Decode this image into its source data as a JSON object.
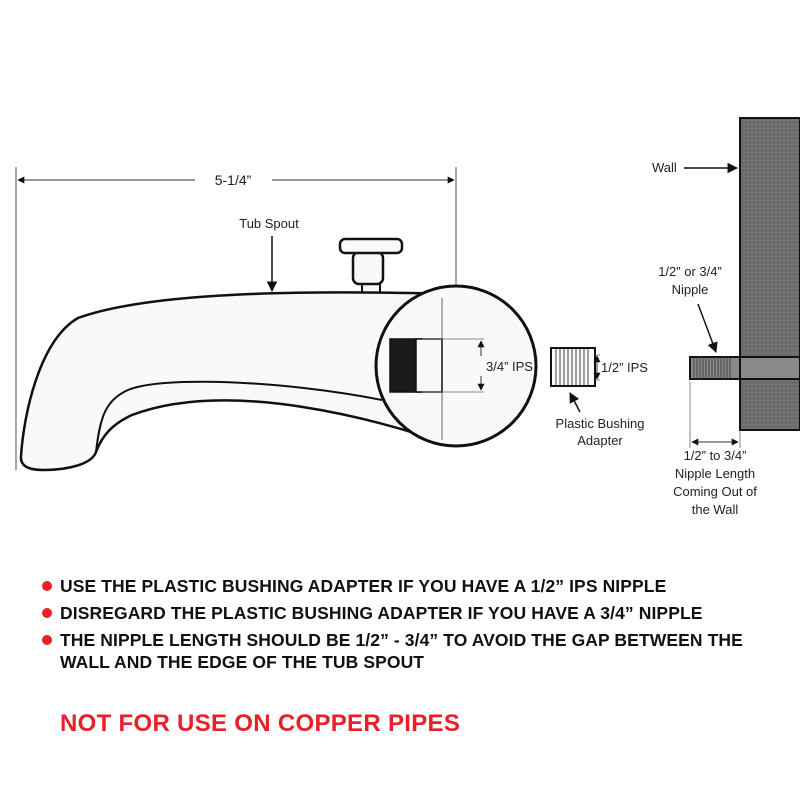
{
  "diagram": {
    "length_label": "5-1/4”",
    "tub_spout_label": "Tub Spout",
    "ips_34_label": "3/4” IPS",
    "ips_12_label": "1/2” IPS",
    "bushing_label_1": "Plastic Bushing",
    "bushing_label_2": "Adapter",
    "wall_label": "Wall",
    "nipple_label_1": "1/2” or 3/4”",
    "nipple_label_2": "Nipple",
    "nipple_length_1": "1/2” to 3/4”",
    "nipple_length_2": "Nipple Length",
    "nipple_length_3": "Coming Out of",
    "nipple_length_4": "the Wall"
  },
  "notes": [
    "USE THE PLASTIC BUSHING ADAPTER IF YOU HAVE A 1/2” IPS NIPPLE",
    "DISREGARD THE PLASTIC BUSHING ADAPTER IF YOU HAVE A 3/4” NIPPLE",
    "THE NIPPLE LENGTH SHOULD BE 1/2” - 3/4” TO AVOID THE GAP BETWEEN THE WALL AND THE EDGE OF THE TUB SPOUT"
  ],
  "warning": "NOT FOR USE ON COPPER PIPES",
  "colors": {
    "accent_red": "#e8202a",
    "wall_gray": "#6e6e6e",
    "spout_fill": "#fbf8f8",
    "outline": "#111111"
  }
}
